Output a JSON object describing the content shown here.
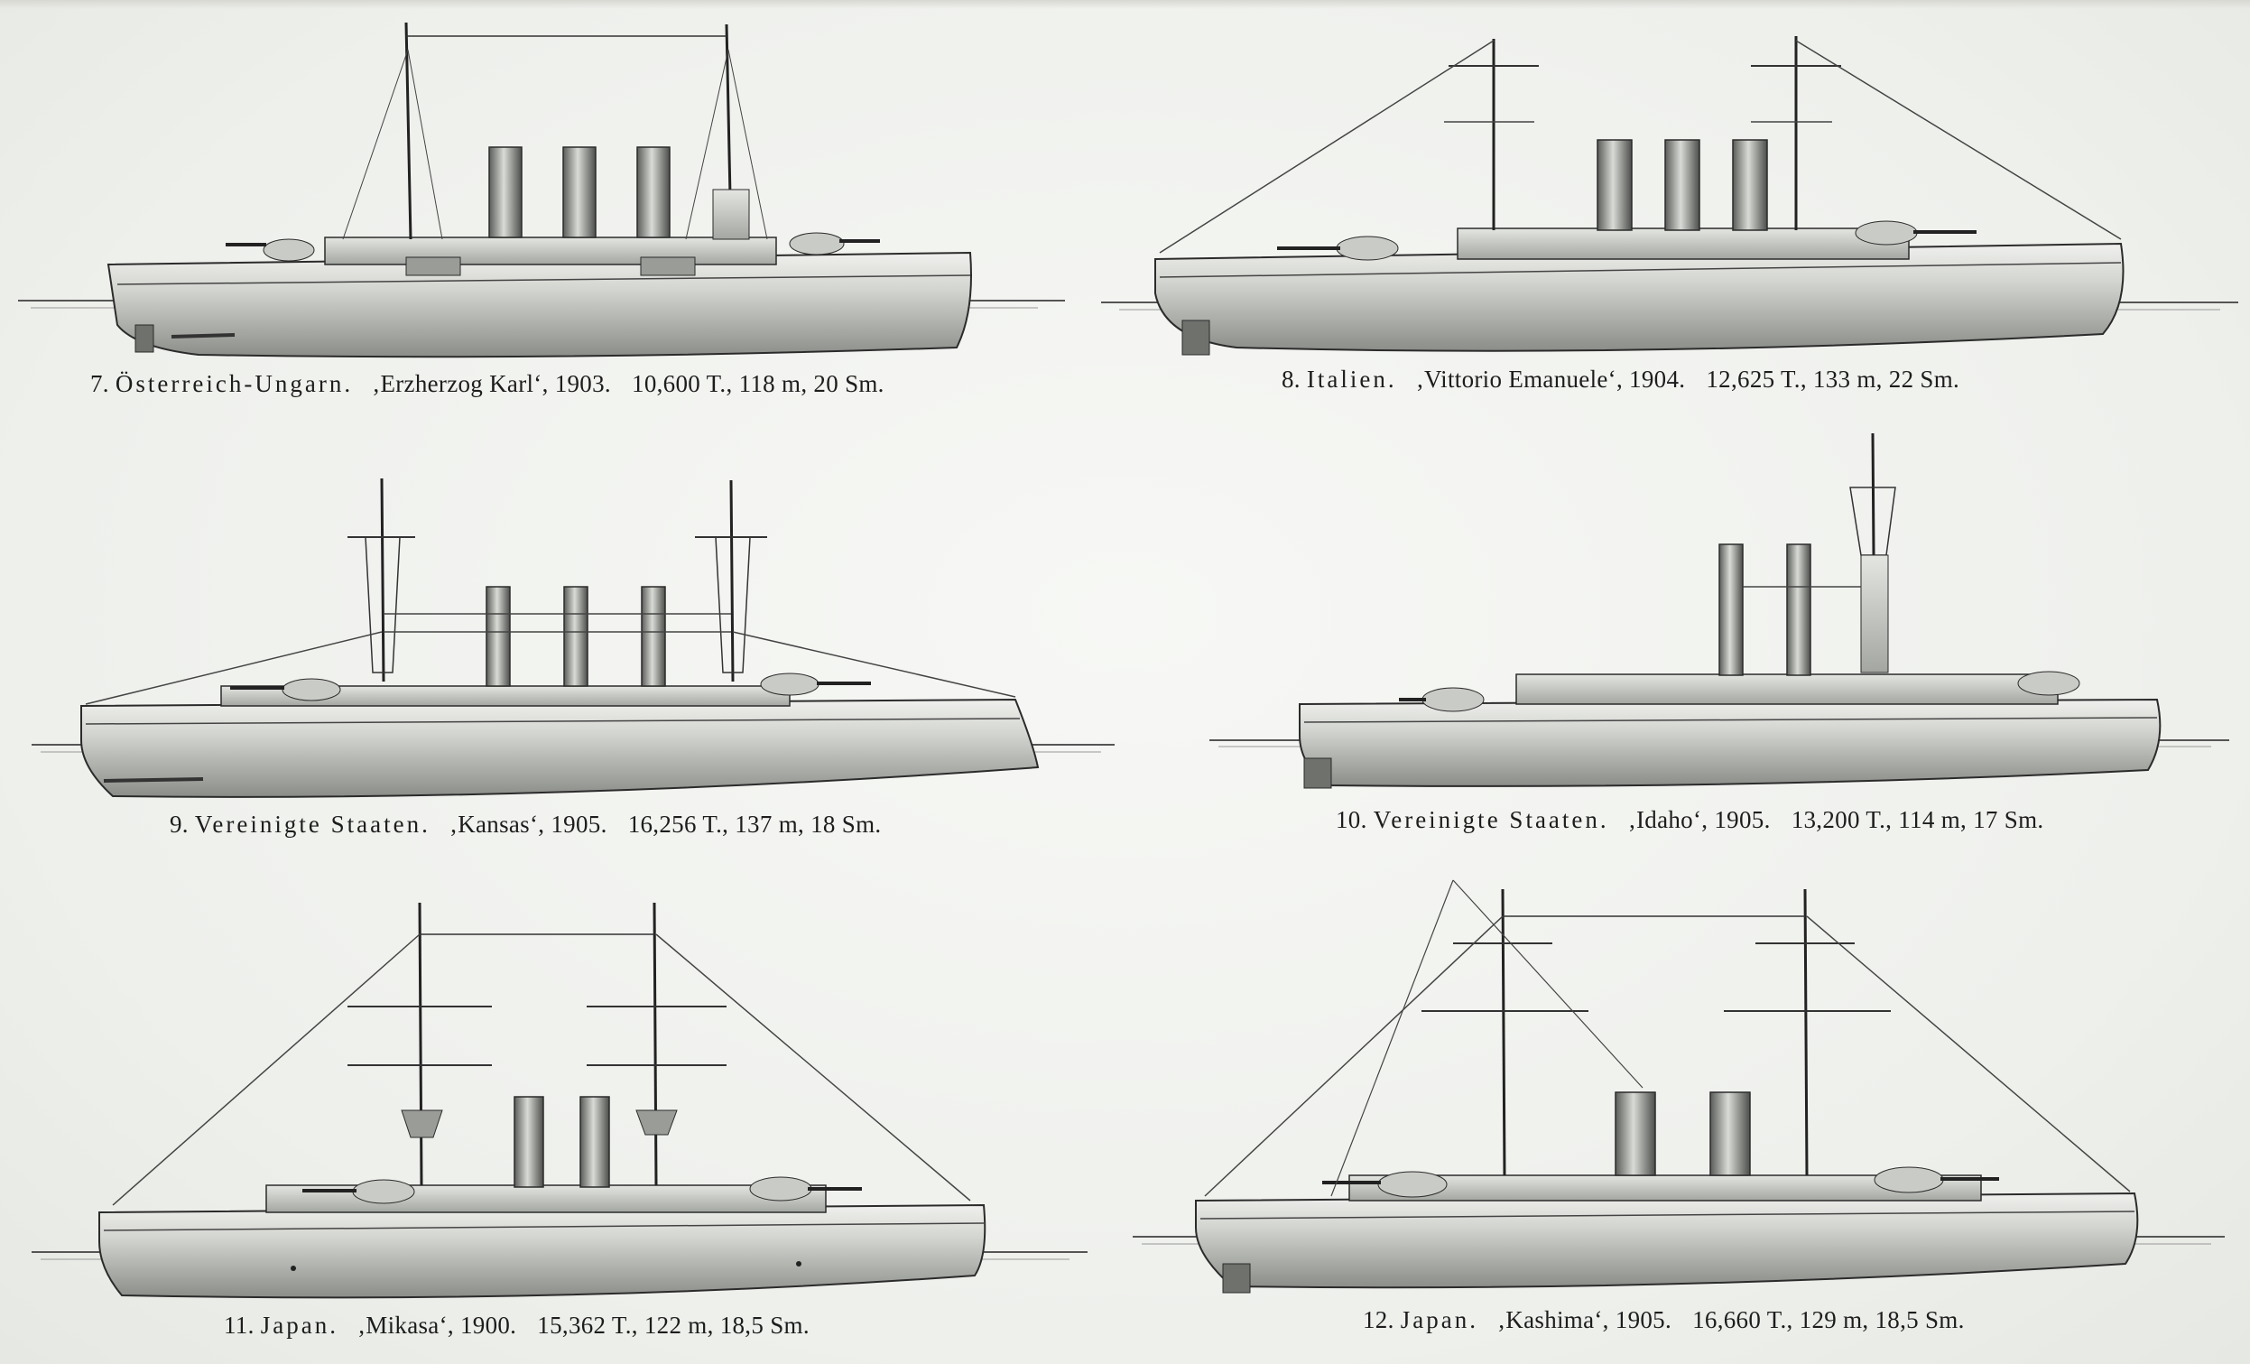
{
  "plates": [
    {
      "number": "7.",
      "country": "Österreich-Ungarn.",
      "ship": "‚Erzherzog Karl‘, 1903.",
      "specs": "10,600 T., 118 m, 20 Sm."
    },
    {
      "number": "8.",
      "country": "Italien.",
      "ship": "‚Vittorio Emanuele‘, 1904.",
      "specs": "12,625 T., 133 m, 22 Sm."
    },
    {
      "number": "9.",
      "country": "Vereinigte Staaten.",
      "ship": "‚Kansas‘, 1905.",
      "specs": "16,256 T., 137 m, 18 Sm."
    },
    {
      "number": "10.",
      "country": "Vereinigte Staaten.",
      "ship": "‚Idaho‘, 1905.",
      "specs": "13,200 T., 114 m, 17 Sm."
    },
    {
      "number": "11.",
      "country": "Japan.",
      "ship": "‚Mikasa‘, 1900.",
      "specs": "15,362 T., 122 m, 18,5 Sm."
    },
    {
      "number": "12.",
      "country": "Japan.",
      "ship": "‚Kashima‘, 1905.",
      "specs": "16,660 T., 129 m, 18,5 Sm."
    }
  ],
  "colors": {
    "ink": "#1d1d1d",
    "hull_light": "#e9ebe7",
    "hull_dark": "#7d807c",
    "paper": "#f4f5f2"
  }
}
